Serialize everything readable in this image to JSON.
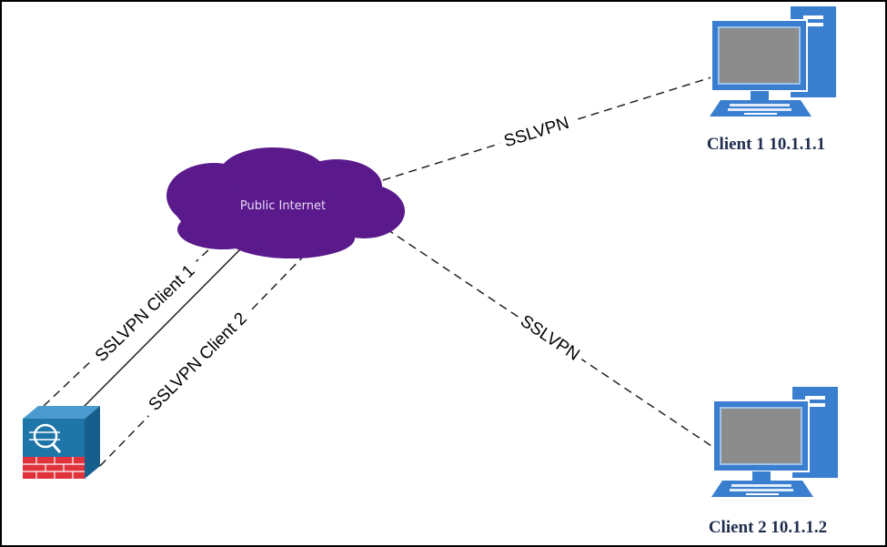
{
  "cloud": {
    "label": "Public Internet",
    "color": "#5a1a8c"
  },
  "links": {
    "client1_tunnel": "SSLVPN Client 1",
    "client2_tunnel": "SSLVPN Client 2",
    "to_client1": "SSLVPN",
    "to_client2": "SSLVPN"
  },
  "clients": [
    {
      "label": "Client 1 10.1.1.1"
    },
    {
      "label": "Client 2 10.1.1.2"
    }
  ],
  "firewall": {
    "icon": "asa-firewall-icon"
  },
  "colors": {
    "device_blue": "#3a7fcf",
    "screen_gray": "#8c8c8c",
    "firewall_blue": "#1e75a8",
    "brick_red": "#e0333c",
    "label_navy": "#1f2d4d"
  }
}
